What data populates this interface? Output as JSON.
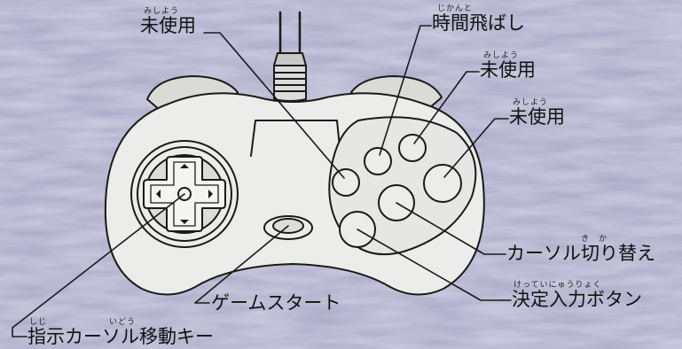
{
  "colors": {
    "background": "#a8a8c6",
    "controller_fill": "#ececea",
    "stroke": "#1a1a1a"
  },
  "labels": {
    "unused_top": {
      "ruby": "みしよう",
      "text": "未使用"
    },
    "time_skip": {
      "ruby": "じかんと",
      "text": "時間飛ばし"
    },
    "unused_mid": {
      "ruby": "みしよう",
      "text": "未使用"
    },
    "unused_right": {
      "ruby": "みしよう",
      "text": "未使用"
    },
    "cursor_switch": {
      "ruby": "き　か",
      "text": "カーソル切り替え"
    },
    "confirm_button": {
      "ruby": "けっていにゅうりょく",
      "text": "決定入力ボタン"
    },
    "game_start": {
      "text": "ゲームスタート"
    },
    "cursor_move": {
      "ruby": "しじ　　　　　　　いどう",
      "text": "指示カーソル移動キー"
    }
  }
}
